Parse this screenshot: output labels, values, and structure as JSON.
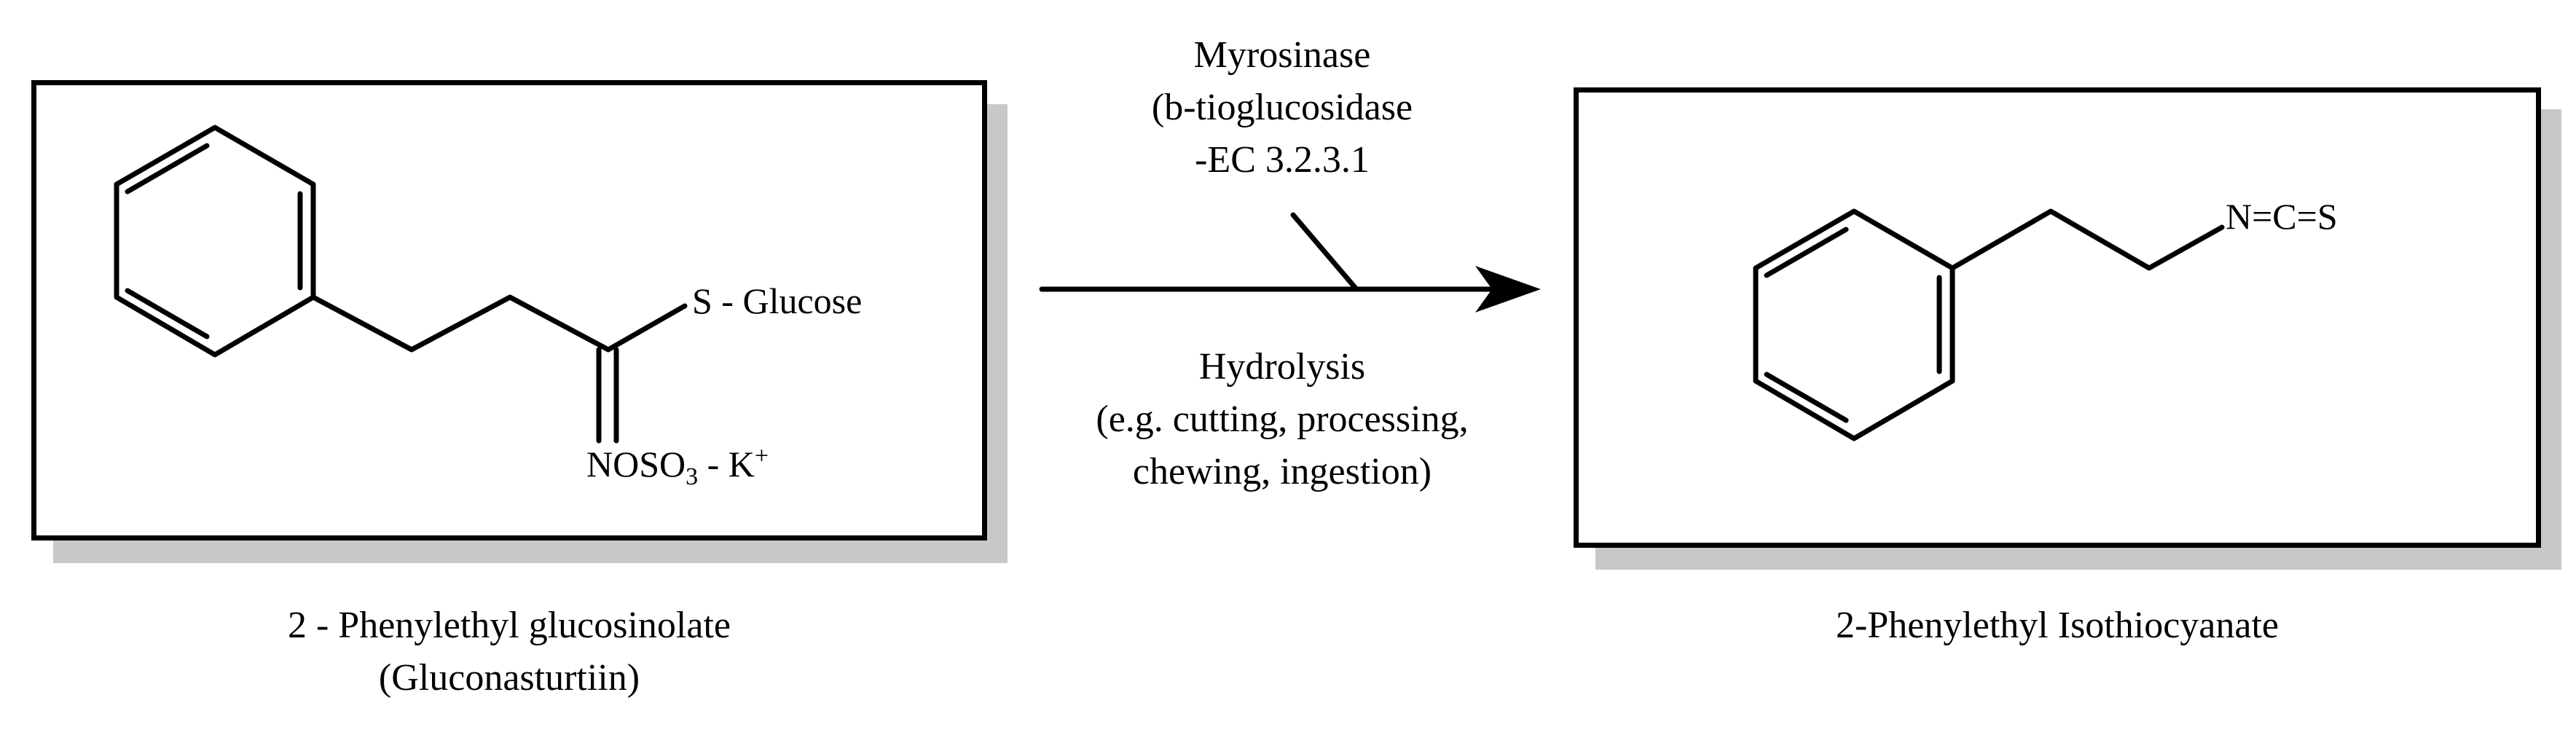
{
  "reactant": {
    "substituent_s": "S - Glucose",
    "substituent_n_main": "NOSO",
    "substituent_n_sub": "3",
    "substituent_n_tail": " - K",
    "substituent_n_sup": "+",
    "name_line1": "2 - Phenylethyl glucosinolate",
    "name_line2": "(Gluconasturtiin)"
  },
  "enzyme": {
    "line1": "Myrosinase",
    "line2": "(b-tioglucosidase",
    "line3": "-EC 3.2.3.1"
  },
  "conditions": {
    "line1": "Hydrolysis",
    "line2": "(e.g. cutting, processing,",
    "line3": "chewing, ingestion)"
  },
  "product": {
    "group": "N=C=S",
    "name": "2-Phenylethyl Isothiocyanate"
  }
}
